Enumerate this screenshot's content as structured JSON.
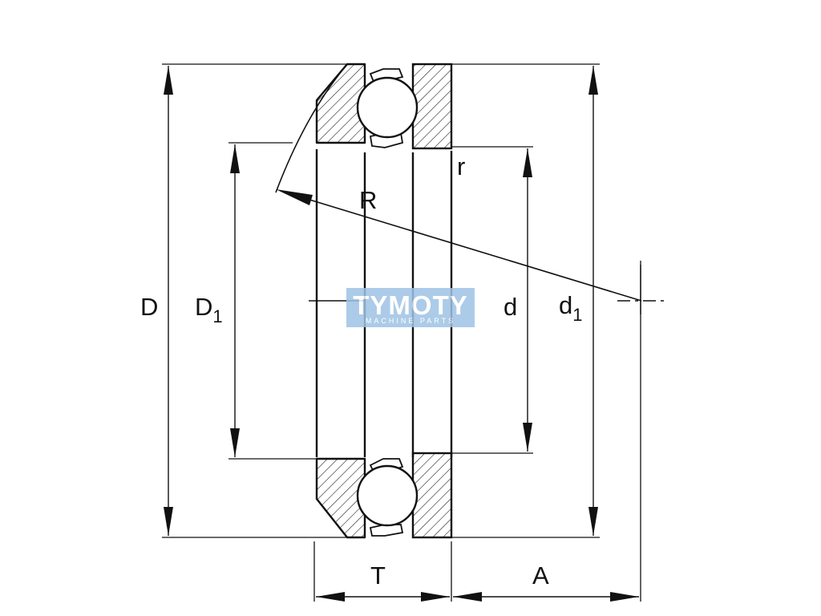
{
  "drawing": {
    "labels": {
      "D": "D",
      "D1_main": "D",
      "D1_sub": "1",
      "d": "d",
      "d1_main": "d",
      "d1_sub": "1",
      "R": "R",
      "r": "r",
      "T": "T",
      "A": "A"
    },
    "watermark": {
      "main": "TYMOTY",
      "sub": "MACHINE PARTS"
    },
    "colors": {
      "line": "#111111",
      "watermark_bg": "#9ec3e4"
    }
  }
}
